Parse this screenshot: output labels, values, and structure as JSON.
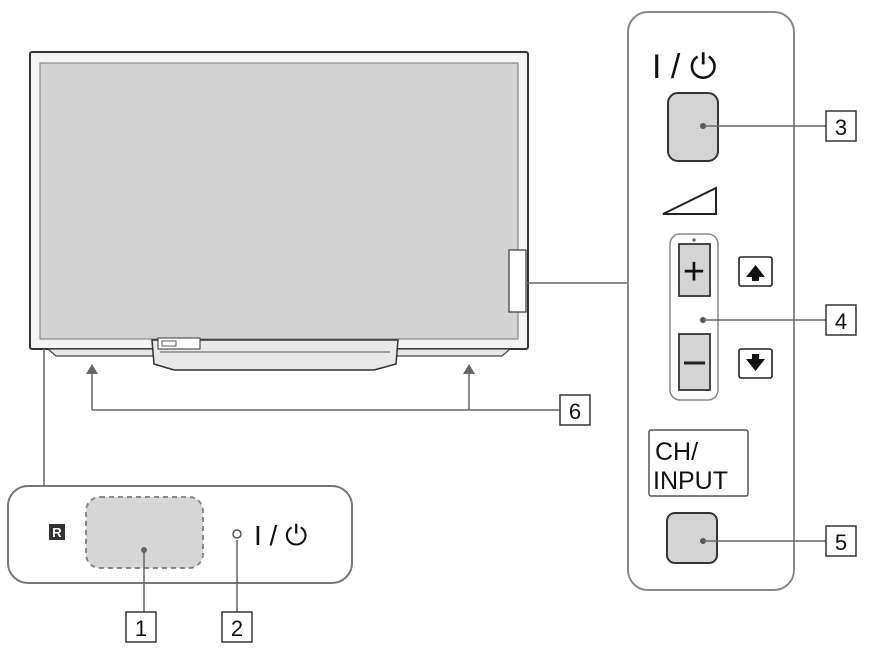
{
  "callouts": [
    {
      "id": "1",
      "label": "1"
    },
    {
      "id": "2",
      "label": "2"
    },
    {
      "id": "3",
      "label": "3"
    },
    {
      "id": "4",
      "label": "4"
    },
    {
      "id": "5",
      "label": "5"
    },
    {
      "id": "6",
      "label": "6"
    }
  ],
  "side_panel": {
    "power_symbol": "I / ⏻",
    "volume_plus": "+",
    "volume_minus": "–",
    "ch_input_line1": "CH/",
    "ch_input_line2": "INPUT"
  },
  "front_panel": {
    "ir_glyph": "R",
    "power_symbol": "I / ⏻"
  },
  "icons": [
    "power-icon",
    "volume-ramp-icon",
    "arrow-up-icon",
    "arrow-down-icon",
    "remote-sensor-icon"
  ]
}
